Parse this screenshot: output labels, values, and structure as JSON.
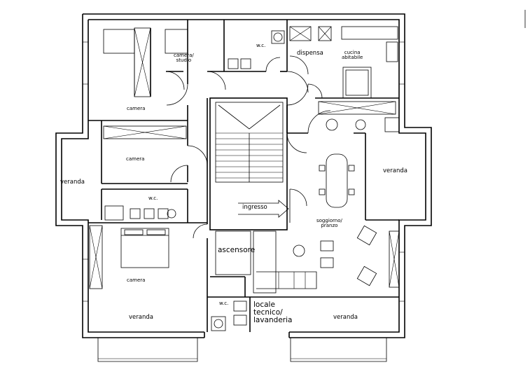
{
  "rooms": {
    "camera_studio": [
      "camera/",
      "studio"
    ],
    "wc_top": "w.c.",
    "dispensa": "dispensa",
    "cucina": [
      "cucina",
      "abitabile"
    ],
    "camera_top": "camera",
    "camera_mid": "camera",
    "wc_left": "w.c.",
    "veranda_left": "veranda",
    "veranda_right": "veranda",
    "ingresso": "ingresso",
    "soggiorno": [
      "soggiorno/",
      "pranzo"
    ],
    "ascensore": "ascensore",
    "camera_bottom": "camera",
    "wc_bottom": "w.c.",
    "locale_tecnico": [
      "locale",
      "tecnico/",
      "lavanderia"
    ],
    "veranda_bottom_left": "veranda",
    "veranda_bottom_right": "veranda"
  }
}
